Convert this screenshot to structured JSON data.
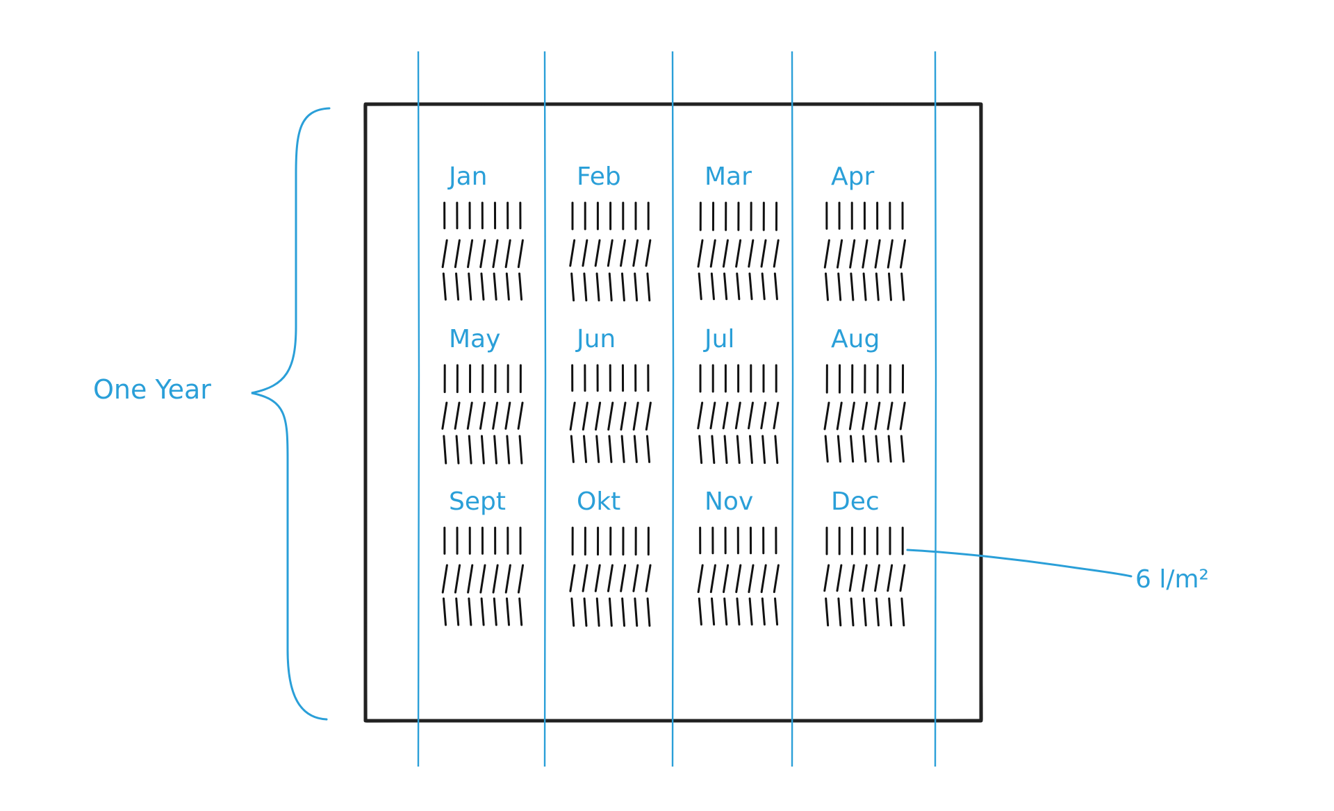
{
  "colors": {
    "accent": "#2a9fd8",
    "ink": "#222222",
    "tally": "#111111"
  },
  "brace_label": "One Year",
  "callout_label": "6 l/m²",
  "months": [
    {
      "name": "Jan"
    },
    {
      "name": "Feb"
    },
    {
      "name": "Mar"
    },
    {
      "name": "Apr"
    },
    {
      "name": "May"
    },
    {
      "name": "Jun"
    },
    {
      "name": "Jul"
    },
    {
      "name": "Aug"
    },
    {
      "name": "Sept"
    },
    {
      "name": "Okt"
    },
    {
      "name": "Nov"
    },
    {
      "name": "Dec"
    }
  ],
  "tally": {
    "rows_per_month": 3,
    "marks_per_row": 7
  }
}
